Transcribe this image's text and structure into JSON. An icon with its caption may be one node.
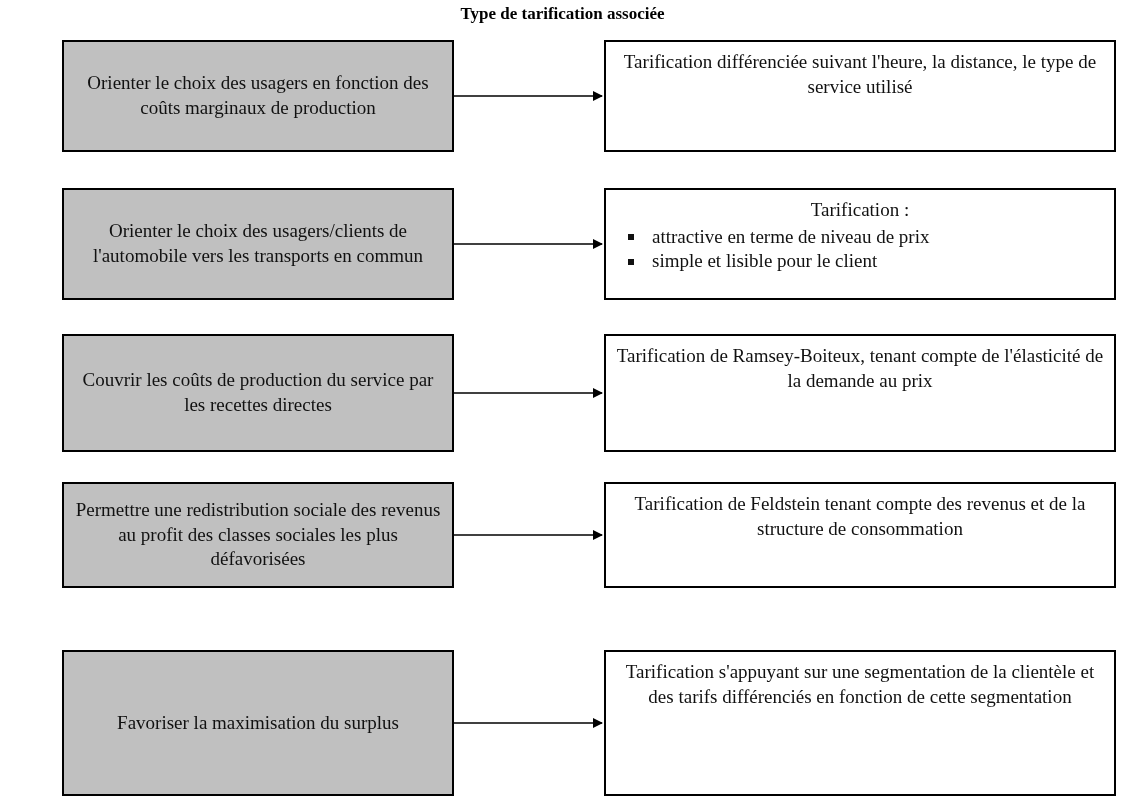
{
  "diagram": {
    "title": "Type de tarification associée",
    "nodes": [
      {
        "text": [
          "Orienter le choix des usagers en fonction des coûts marginaux de production"
        ]
      },
      {
        "text": [
          "Tarification différenciée suivant l'heure, la distance, le type de service utilisé"
        ]
      },
      {
        "text": [
          "Orienter le choix des usagers/clients de l'automobile vers les transports en commun"
        ]
      },
      {
        "text": [
          "Tarification :",
          "attractive en terme de niveau de prix",
          "simple et lisible pour le client"
        ]
      },
      {
        "text": [
          "Couvrir les coûts de production du service par les recettes directes"
        ]
      },
      {
        "text": [
          "Tarification de Ramsey-Boiteux, tenant compte de l'élasticité de la demande au prix"
        ]
      },
      {
        "text": [
          "Permettre une redistribution sociale des revenus au profit des classes sociales les plus défavorisées"
        ]
      },
      {
        "text": [
          "Tarification de Feldstein tenant compte des revenus et de la structure de consommation"
        ]
      },
      {
        "text": [
          "Favoriser la maximisation du surplus"
        ]
      },
      {
        "text": [
          "Tarification s'appuyant sur une segmentation de la clientèle et des tarifs différenciés en fonction de cette segmentation"
        ]
      }
    ],
    "edges": [
      {
        "from": 0,
        "to": 1,
        "arrow": "to"
      },
      {
        "from": 2,
        "to": 3,
        "arrow": "to"
      },
      {
        "from": 4,
        "to": 5,
        "arrow": "to"
      },
      {
        "from": 6,
        "to": 7,
        "arrow": "to"
      },
      {
        "from": 8,
        "to": 9,
        "arrow": "to"
      }
    ]
  }
}
